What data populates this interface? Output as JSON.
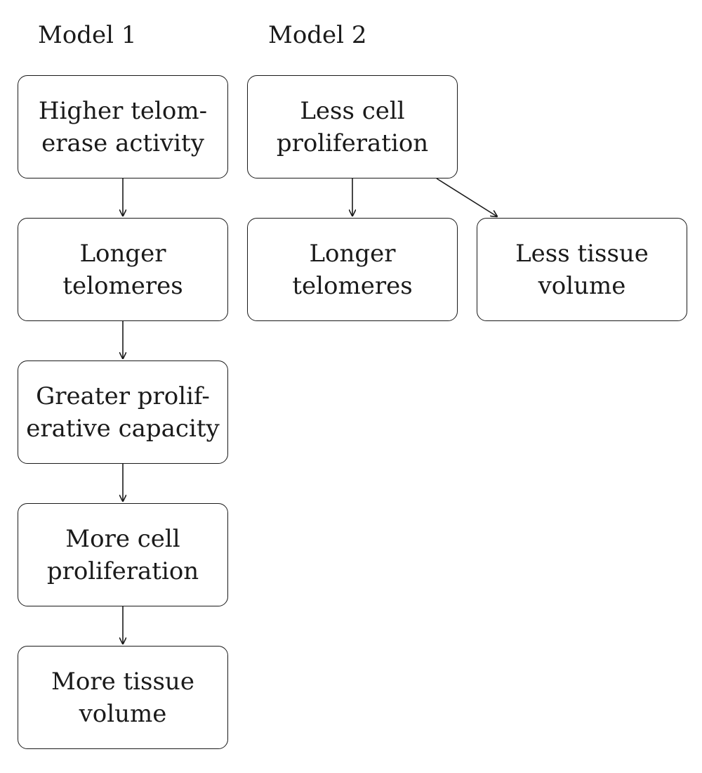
{
  "model1": {
    "title": "Model 1",
    "boxes": [
      {
        "lines": [
          "Higher telom-",
          "erase activity"
        ]
      },
      {
        "lines": [
          "Longer",
          "telomeres"
        ]
      },
      {
        "lines": [
          "Greater prolif-",
          "erative capacity"
        ]
      },
      {
        "lines": [
          "More cell",
          "proliferation"
        ]
      },
      {
        "lines": [
          "More tissue",
          "volume"
        ]
      }
    ]
  },
  "model2": {
    "title": "Model 2",
    "boxes": [
      {
        "lines": [
          "Less cell",
          "proliferation"
        ]
      },
      {
        "lines": [
          "Longer",
          "telomeres"
        ]
      },
      {
        "lines": [
          "Less tissue",
          "volume"
        ]
      }
    ]
  },
  "colors": {
    "stroke": "#1a1a1a",
    "background": "#ffffff"
  }
}
